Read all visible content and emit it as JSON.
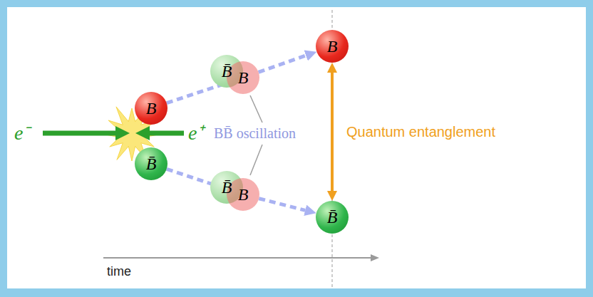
{
  "diagram": {
    "nodes": [
      {
        "text": [
          "B"
        ]
      },
      {
        "text": [
          "B̄"
        ]
      },
      {
        "text": [
          "B̄"
        ]
      },
      {
        "text": [
          "B"
        ]
      },
      {
        "text": [
          "B̄"
        ]
      },
      {
        "text": [
          "B"
        ]
      },
      {
        "text": [
          "B"
        ]
      },
      {
        "text": [
          "B̄"
        ]
      }
    ],
    "edges": [
      {
        "from": 0,
        "to": 3,
        "arrow": "none"
      },
      {
        "from": 3,
        "to": 6,
        "arrow": "to"
      },
      {
        "from": 1,
        "to": 5,
        "arrow": "none"
      },
      {
        "from": 5,
        "to": 7,
        "arrow": "to"
      },
      {
        "from": 6,
        "to": 7,
        "arrow": "both",
        "label": "Quantum entanglement"
      }
    ],
    "labels": [
      "e⁻",
      "e⁺",
      "BB̄ oscillation",
      "time"
    ]
  }
}
